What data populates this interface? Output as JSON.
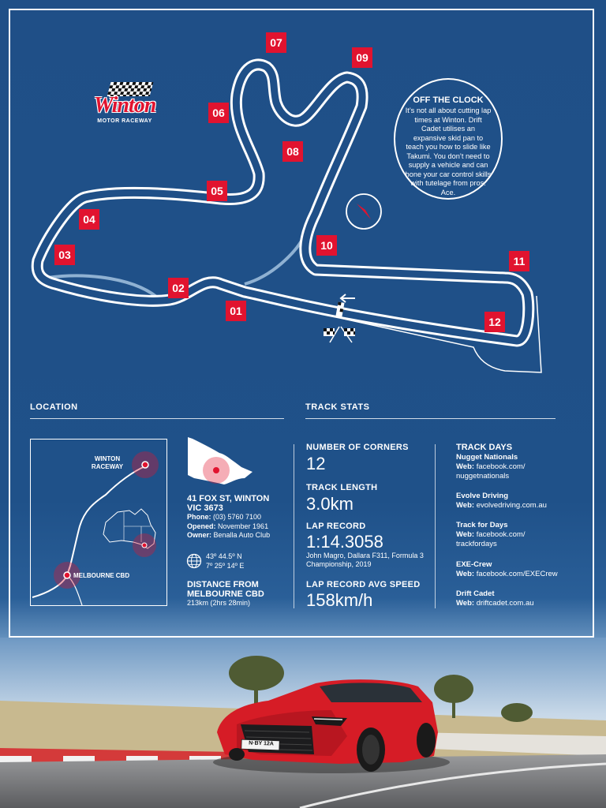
{
  "logo": {
    "word": "Winton",
    "sub": "MOTOR RACEWAY"
  },
  "corners": [
    "01",
    "02",
    "03",
    "04",
    "05",
    "06",
    "07",
    "08",
    "09",
    "10",
    "11",
    "12"
  ],
  "off_the_clock": {
    "title": "OFF THE CLOCK",
    "body": "It’s not all about cutting lap times at Winton. Drift Cadet utilises an expansive skid pan to teach you how to slide like Takumi. You don’t need to supply a vehicle and can hone your car control skills with tutelage from pros. Ace."
  },
  "location": {
    "title": "LOCATION",
    "map_labels": {
      "raceway": [
        "WINTON",
        "RACEWAY"
      ],
      "cbd": "MELBOURNE CBD"
    },
    "address": [
      "41 FOX ST, WINTON",
      "VIC 3673"
    ],
    "phone_label": "Phone:",
    "phone": "(03) 5760 7100",
    "opened_label": "Opened:",
    "opened": "November 1961",
    "owner_label": "Owner:",
    "owner": "Benalla Auto Club",
    "coords": [
      "43º 44.5º N",
      "7º 25º 14º E"
    ],
    "distance_title": [
      "DISTANCE FROM",
      "MELBOURNE CBD"
    ],
    "distance": "213km (2hrs 28min)"
  },
  "stats": {
    "title": "TRACK STATS",
    "corners_label": "NUMBER OF CORNERS",
    "corners_value": "12",
    "length_label": "TRACK LENGTH",
    "length_value": "3.0km",
    "record_label": "LAP RECORD",
    "record_value": "1:14.3058",
    "record_note": [
      "John Magro, Dallara F311, Formula 3",
      "Championship, 2019"
    ],
    "speed_label": "LAP RECORD AVG SPEED",
    "speed_value": "158km/h"
  },
  "track_days": {
    "title": "TRACK DAYS",
    "web_label": "Web:",
    "items": [
      {
        "name": "Nugget Nationals",
        "web": [
          "facebook.com/",
          "nuggetnationals"
        ]
      },
      {
        "name": "Evolve Driving",
        "web": [
          "evolvedriving.com.au"
        ]
      },
      {
        "name": "Track for Days",
        "web": [
          "facebook.com/",
          "trackfordays"
        ]
      },
      {
        "name": "EXE-Crew",
        "web": [
          "facebook.com/EXECrew"
        ]
      },
      {
        "name": "Drift Cadet",
        "web": [
          "driftcadet.com.au"
        ]
      }
    ]
  },
  "photo": {
    "plate": "N·BY 12A"
  },
  "icons": [
    "compass-icon",
    "chequered-flags-icon",
    "direction-arrow-icon",
    "globe-icon",
    "location-pin-icon",
    "victoria-map-icon",
    "australia-map-icon"
  ],
  "colors": {
    "background": "#1f4f87",
    "accent": "#e1132f",
    "track": "#ffffff"
  }
}
